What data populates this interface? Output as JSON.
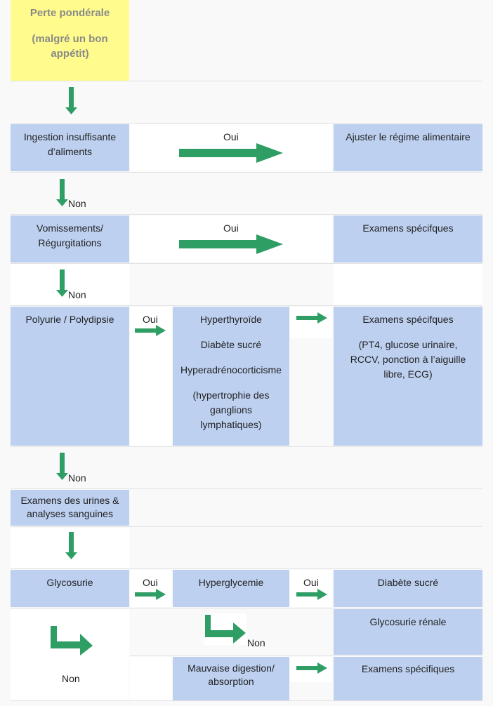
{
  "colors": {
    "box_blue": "#bdd0f0",
    "start_yellow": "#fffb8c",
    "arrow_green": "#2e9e65",
    "title_gray": "#8a8a8a"
  },
  "start": {
    "line1": "Perte pondérale",
    "line2": "(malgré un bon appétit)"
  },
  "row1": {
    "left": "Ingestion insuffisante d’aliments",
    "yes": "Oui",
    "right": "Ajuster le régime alimentaire"
  },
  "row2": {
    "no": "Non",
    "left": "Vomissements/ Régurgitations",
    "yes": "Oui",
    "right": "Examens spécifques"
  },
  "row3": {
    "no": "Non",
    "left": "Polyurie / Polydipsie",
    "yes": "Oui",
    "middle": [
      "Hyperthyroïde",
      "Diabète sucré",
      "Hyperadrénocorticisme",
      "(hypertrophie des ganglions lymphatiques)"
    ],
    "right_title": "Examens spécifques",
    "right_detail": "(PT4, glucose urinaire, RCCV, ponction à l’aiguille libre, ECG)"
  },
  "row4": {
    "no": "Non",
    "left": "Examens des urines & analyses sanguines"
  },
  "row5": {
    "left": "Glycosurie",
    "yes1": "Oui",
    "middle": "Hyperglycemie",
    "yes2": "Oui",
    "right": "Diabète sucré",
    "no_middle": "Non",
    "right2": "Glycosurie rénale",
    "no_left": "Non",
    "middle3": "Mauvaise digestion/ absorption",
    "right3": "Examens spécifiques"
  }
}
